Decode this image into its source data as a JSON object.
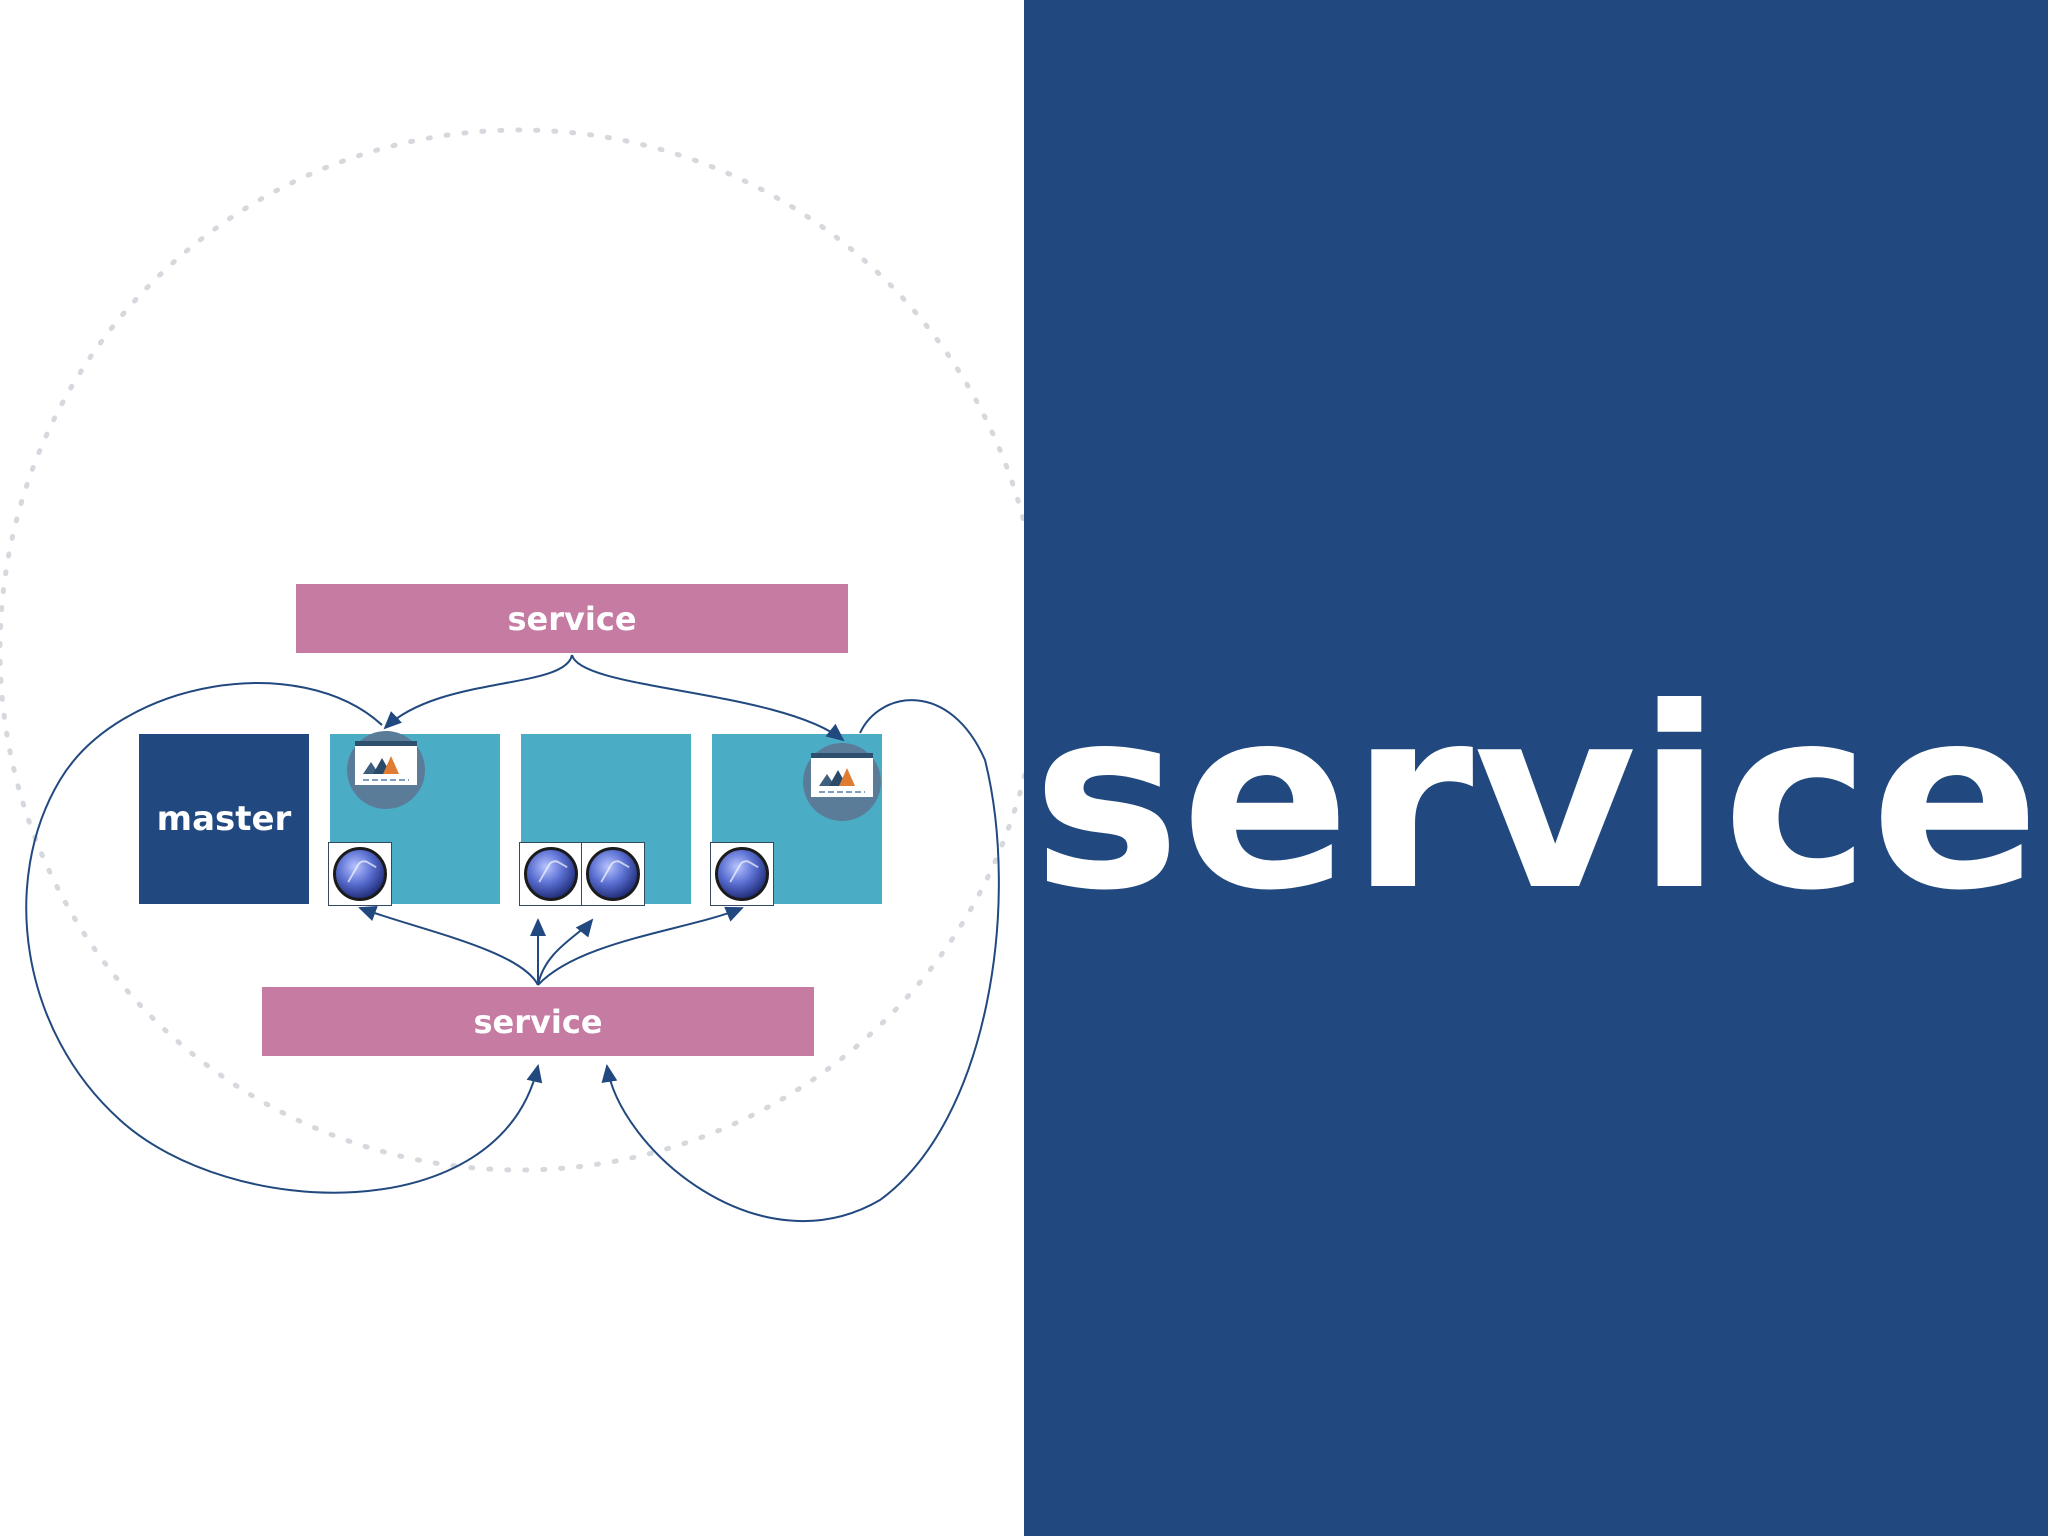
{
  "slide": {
    "title": "service",
    "colors": {
      "panel_right": "#21497f",
      "service_bar": "#c67ba3",
      "master_box": "#21497f",
      "node_box": "#4bacc6",
      "wire": "#21497f"
    }
  },
  "diagram": {
    "top_service": {
      "label": "service"
    },
    "bottom_service": {
      "label": "service"
    },
    "master": {
      "label": "master"
    },
    "nodes": [
      {
        "id": "node-1",
        "pods": 1,
        "has_service_icon": true
      },
      {
        "id": "node-2",
        "pods": 2,
        "has_service_icon": false
      },
      {
        "id": "node-3",
        "pods": 1,
        "has_service_icon": true
      }
    ],
    "icons": {
      "pod": "lens-icon",
      "service_endpoint": "presentation-screen-icon"
    }
  }
}
